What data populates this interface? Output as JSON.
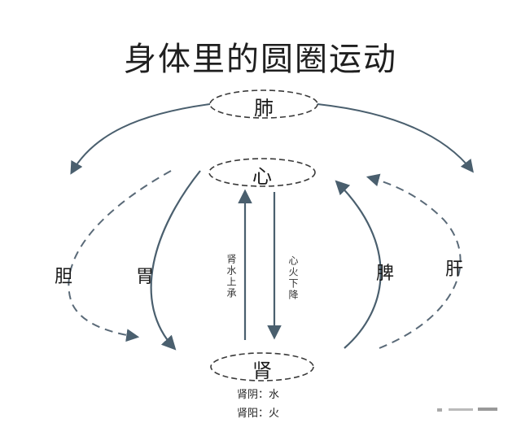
{
  "title": "身体里的圆圈运动",
  "nodes": {
    "fei": "肺",
    "xin": "心",
    "shen": "肾"
  },
  "organs": {
    "dan": "胆",
    "wei": "胃",
    "pi": "脾",
    "gan": "肝"
  },
  "arrows": {
    "left_up": "肾水上承",
    "right_down": "心火下降"
  },
  "legend": {
    "yin": "肾阴：水",
    "yang": "肾阳：火"
  },
  "colors": {
    "arrow": "#4a5f6e",
    "dash": "#5a6a78",
    "ellipse_stroke": "#3a3a3a"
  }
}
